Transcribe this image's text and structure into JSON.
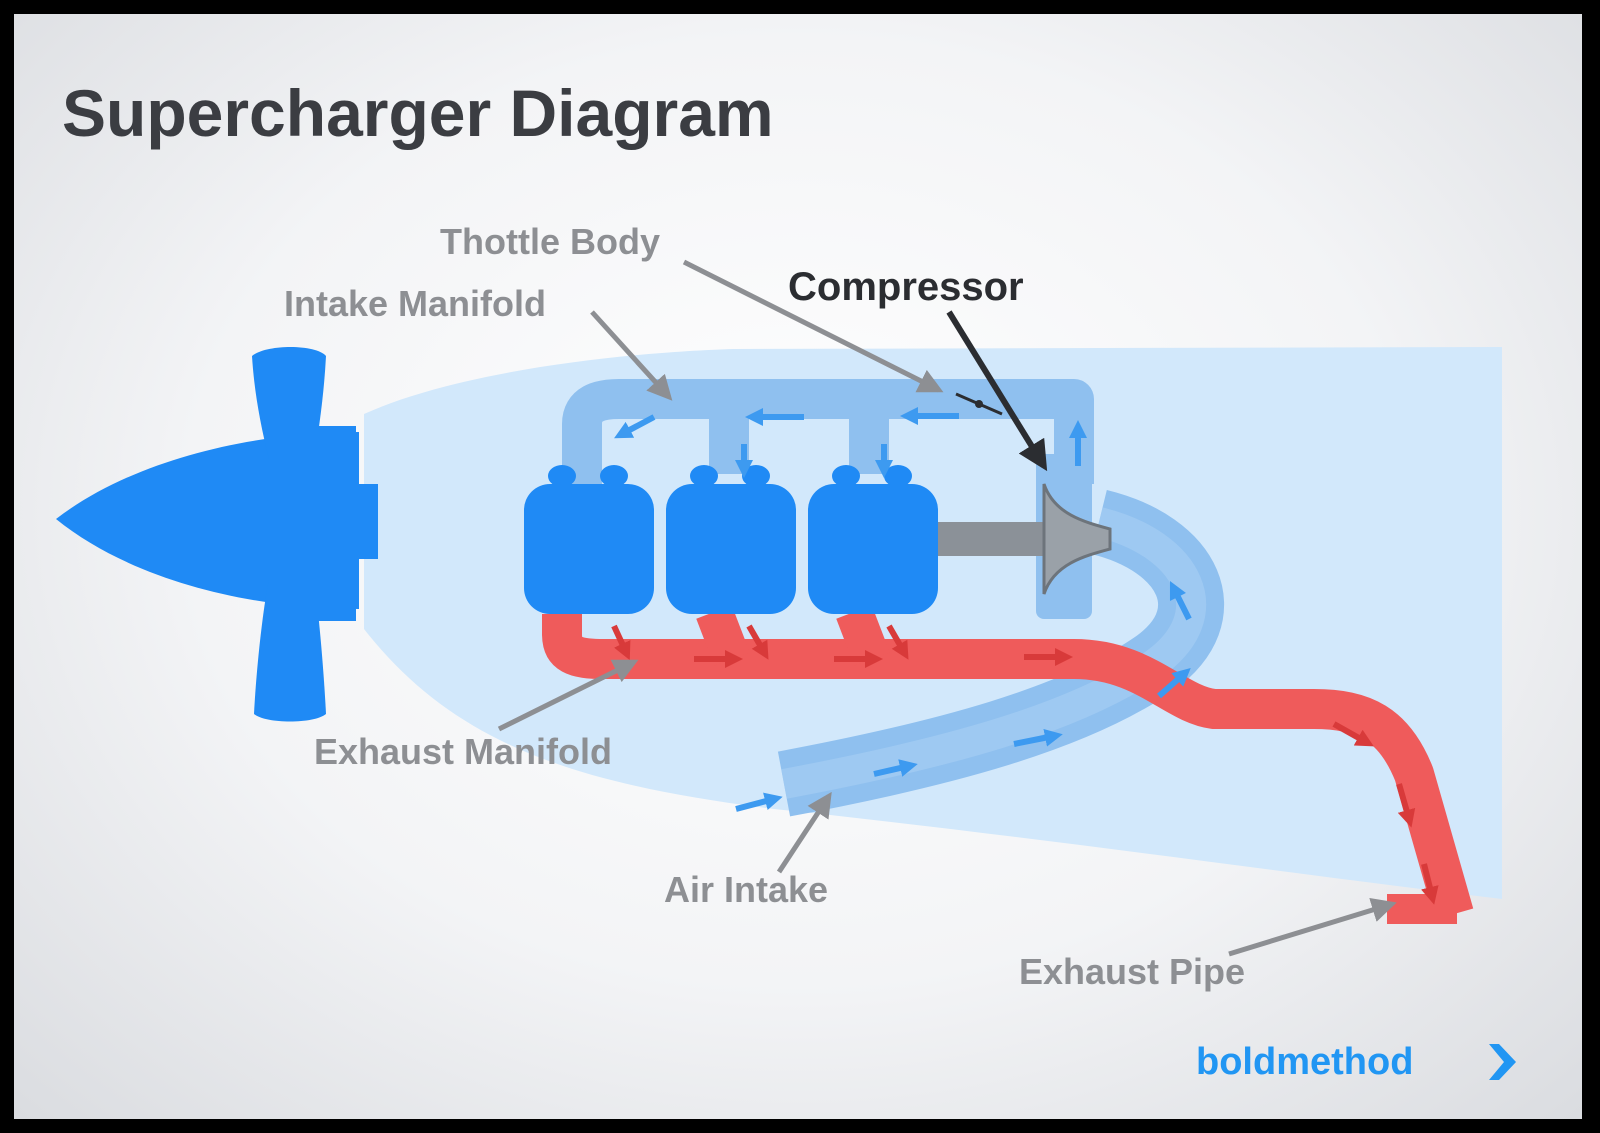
{
  "title": "Supercharger Diagram",
  "labels": {
    "throttle_body": "Thottle Body",
    "intake_manifold": "Intake Manifold",
    "compressor": "Compressor",
    "exhaust_manifold": "Exhaust Manifold",
    "air_intake": "Air Intake",
    "exhaust_pipe": "Exhaust Pipe"
  },
  "brand": "boldmethod",
  "colors": {
    "propeller": "#1f8af5",
    "engine": "#1f8af5",
    "intake_air": "#8fc0ef",
    "exhaust": "#ef5b5b",
    "cowling": "#d2e8fb",
    "label_gray": "#8d8f93",
    "brand": "#2196f3"
  }
}
